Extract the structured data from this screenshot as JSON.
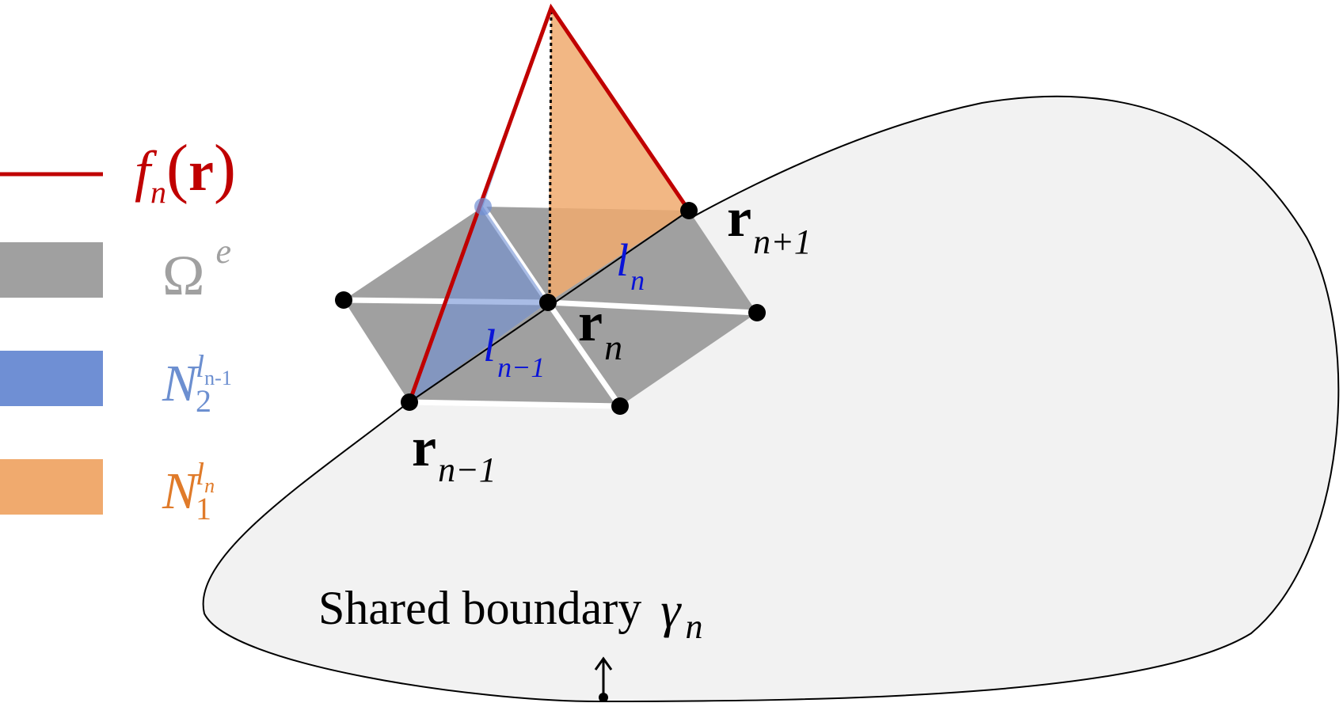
{
  "colors": {
    "red": "#c00000",
    "omega_gray": "#a0a0a0",
    "blue_patch": "#6f8fd4",
    "orange_patch": "#f0aa6e",
    "blue_text": "#0a14d8",
    "legend_blue_text": "#6c8fd0",
    "legend_orange_text": "#e07b2a",
    "domain_fill": "#f2f2f2"
  },
  "legend": {
    "f_label": "f",
    "f_sub": "n",
    "f_arg": "r",
    "omega_label": "Ω",
    "omega_sup": "e",
    "n2_label": "N",
    "n2_sub": "2",
    "n2_sup": "l",
    "n2_sup_sub": "n-1",
    "n1_label": "N",
    "n1_sub": "1",
    "n1_sup": "l",
    "n1_sup_sub": "n"
  },
  "labels": {
    "r_next": "r",
    "r_next_sub": "n+1",
    "r_n": "r",
    "r_n_sub": "n",
    "r_prev": "r",
    "r_prev_sub": "n−1",
    "l_n": "l",
    "l_n_sub": "n",
    "l_prev": "l",
    "l_prev_sub": "n−1",
    "boundary_text": "Shared boundary",
    "gamma": "γ",
    "gamma_sub": "n"
  }
}
